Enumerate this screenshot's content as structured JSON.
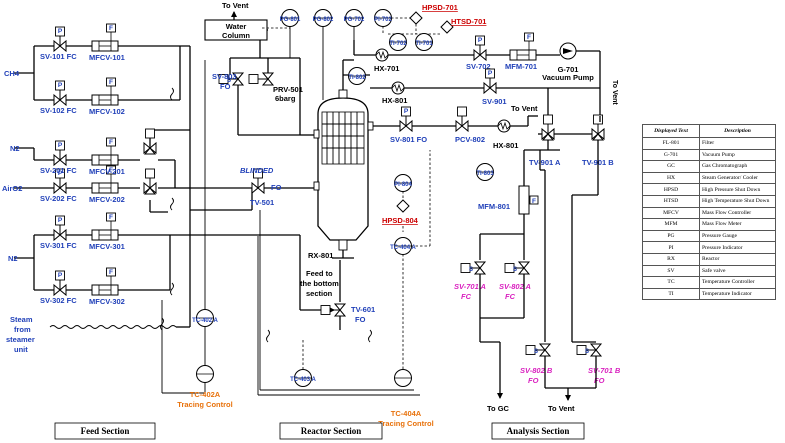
{
  "labels": {
    "ch4": "CH4",
    "n2_a": "N2",
    "airo2": "AirO2",
    "n2_b": "N2",
    "sv101": "SV-101 FC",
    "sv102": "SV-102 FC",
    "sv201": "SV-201 FC",
    "sv202": "SV-202 FC",
    "sv301": "SV-301 FC",
    "sv302": "SV-302 FC",
    "mfcv101": "MFCV-101",
    "mfcv102": "MFCV-102",
    "mfcv201": "MFCV-201",
    "mfcv202": "MFCV-202",
    "mfcv301": "MFCV-301",
    "mfcv302": "MFCV-302",
    "steam1": "Steam",
    "steam2": "from",
    "steam3": "steamer",
    "steam4": "unit",
    "sv803": "SV-803",
    "sv803fo": "FO",
    "prv501": "PRV-501",
    "prv501b": "6barg",
    "water1": "Water",
    "water2": "Column",
    "to_vent_top": "To Vent",
    "blinded": "BLINDED",
    "tv501": "TV-501",
    "tv501fo": "FO",
    "rx801": "RX-801",
    "feed1": "Feed to",
    "feed2": "the bottom",
    "feed3": "section",
    "tv601": "TV-601",
    "tv601fo": "FO",
    "pg801": "PG-801",
    "pg802": "PG-802",
    "pg702": "PG-702",
    "pi702": "PI-702",
    "hpsd701": "HPSD-701",
    "htsd701": "HTSD-701",
    "ti702": "TI-702",
    "ti701": "TI-701",
    "hx701": "HX-701",
    "sv702": "SV-702",
    "mfm701": "MFM-701",
    "g701": "G-701",
    "g701b": "Vacuum Pump",
    "to_vent_right": "To Vent",
    "ti802": "TI-802",
    "hx801a": "HX-801",
    "sv901": "SV-901",
    "to_vent_mid": "To Vent",
    "sv801": "SV-801 FO",
    "pcv802": "PCV-802",
    "hx801b": "HX-801",
    "tv901a": "TV-901 A",
    "tv901b": "TV-901 B",
    "ti803": "TI-803",
    "mfm801": "MFM-801",
    "pi804": "PI-804",
    "hpsd804": "HPSD-804",
    "tc404a": "TC-404 A",
    "sv701a": "SV-701 A",
    "sv701afc": "FC",
    "sv802a": "SV-802 A",
    "sv802afc": "FC",
    "sv802b": "SV-802 B",
    "sv802bfo": "FO",
    "sv701b": "SV-701 B",
    "sv701bfo": "FO",
    "tc402a": "TC-402 A",
    "tc402a_t": "TC-402A",
    "tc402a_t2": "Tracing Control",
    "tc403a": "TC-403 A",
    "tc404a_t": "TC-404A",
    "tc404a_t2": "Tracing Control",
    "to_gc": "To GC",
    "to_vent_bottom": "To Vent",
    "sec_feed": "Feed Section",
    "sec_reactor": "Reactor Section",
    "sec_analysis": "Analysis Section",
    "p": "P",
    "f": "F",
    "s": "S",
    "l": "L"
  },
  "legend": {
    "headers": [
      "Displayed Text",
      "Description"
    ],
    "rows": [
      [
        "FL-801",
        "Filter"
      ],
      [
        "G-701",
        "Vacuum Pump"
      ],
      [
        "GC",
        "Gas Chromatograph"
      ],
      [
        "HX",
        "Steam Generator/ Cooler"
      ],
      [
        "HPSD",
        "High Pressure Shut Down"
      ],
      [
        "HTSD",
        "High Temperature Shut Down"
      ],
      [
        "MFCV",
        "Mass Flow Controller"
      ],
      [
        "MFM",
        "Mass Flow Meter"
      ],
      [
        "PG",
        "Pressure Gauge"
      ],
      [
        "PI",
        "Pressure Indicator"
      ],
      [
        "RX",
        "Reactor"
      ],
      [
        "SV",
        "Safe valve"
      ],
      [
        "TC",
        "Temperature Controller"
      ],
      [
        "TI",
        "Temperature Indicator"
      ]
    ]
  },
  "colors": {
    "blue": "#1f3fb8",
    "magenta": "#d91fbf",
    "orange": "#e8720c",
    "red": "#cc0000"
  }
}
